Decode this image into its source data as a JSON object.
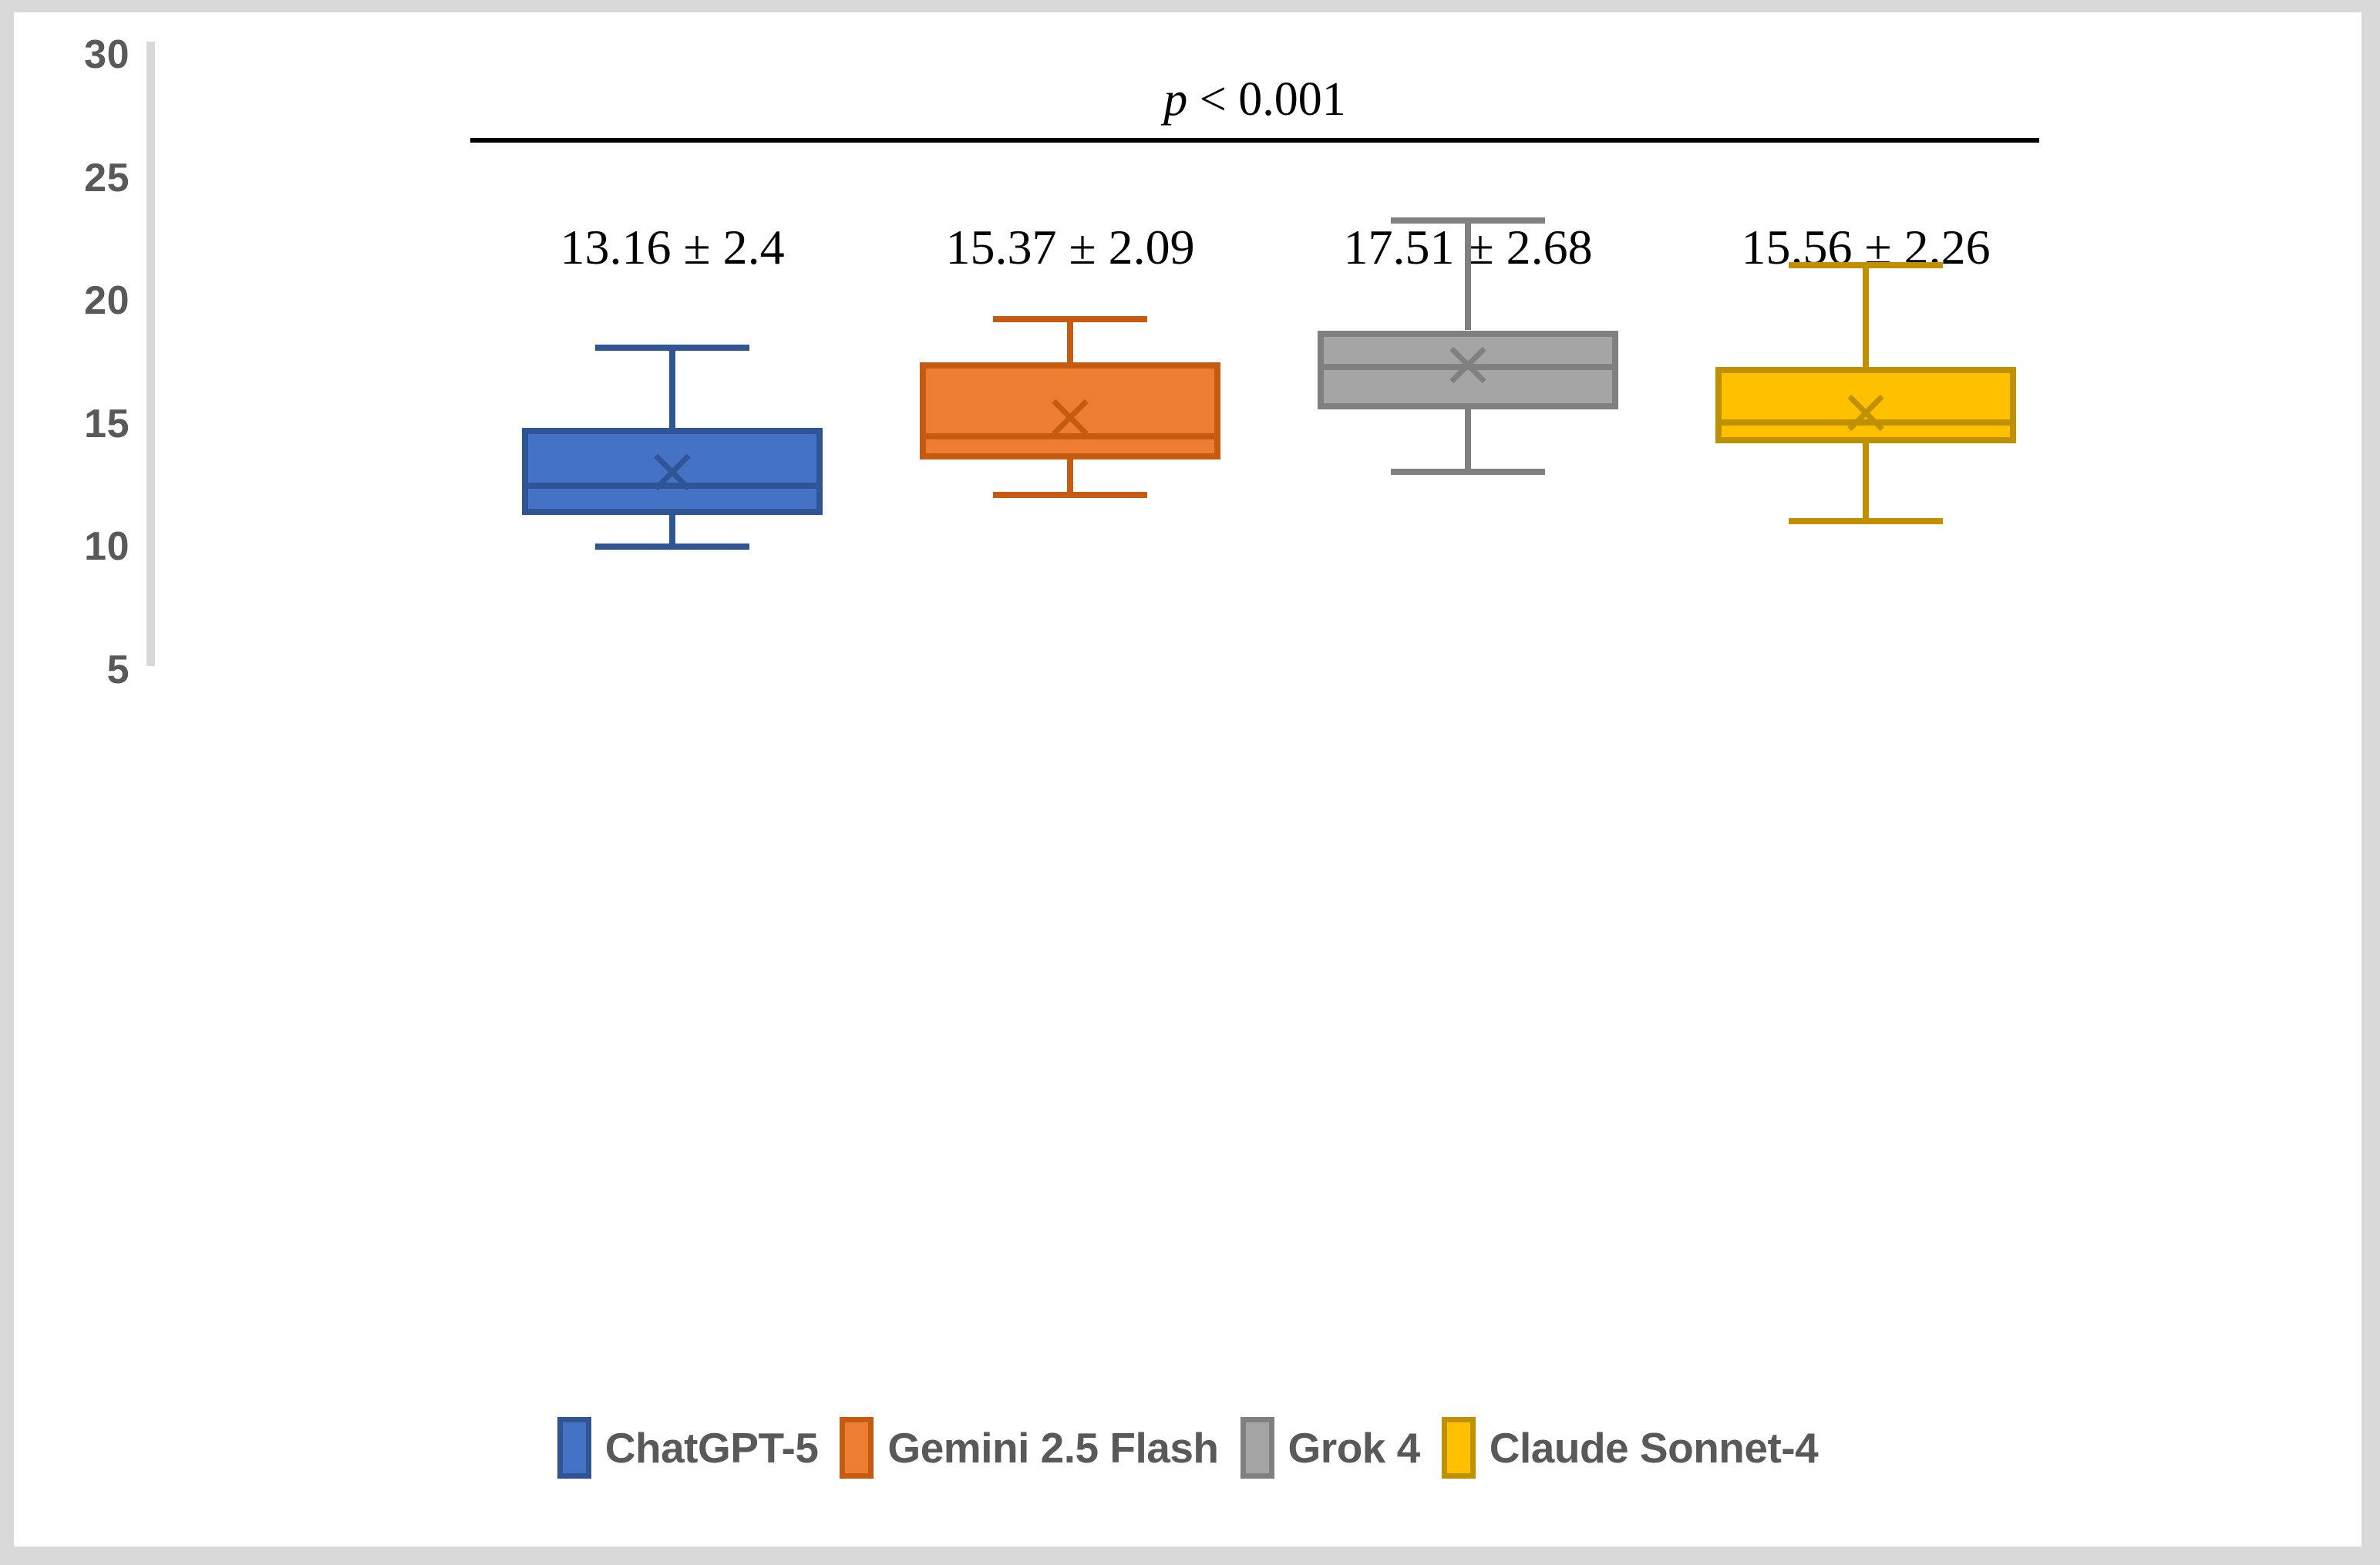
{
  "figure": {
    "background": "#ffffff",
    "page_background": "#d9d9d9"
  },
  "annotation": {
    "p_value_italic": "p",
    "p_value_rest": " < 0.001"
  },
  "axis": {
    "y_ticks": [
      "30",
      "25",
      "20",
      "15",
      "10",
      "5"
    ],
    "y_tick_values": [
      30,
      25,
      20,
      15,
      10,
      5
    ],
    "y_label_color": "#595959",
    "axis_line_color": "#d9d9d9"
  },
  "stats_labels": [
    "13.16 ± 2.4",
    "15.37 ± 2.09",
    "17.51 ± 2.68",
    "15.56 ± 2.26"
  ],
  "legend": {
    "items": [
      {
        "label": "ChatGPT-5",
        "fill": "#4472C4",
        "stroke": "#2F5597"
      },
      {
        "label": "Gemini 2.5 Flash",
        "fill": "#ED7D31",
        "stroke": "#C55A11"
      },
      {
        "label": "Grok 4",
        "fill": "#A5A5A5",
        "stroke": "#808080"
      },
      {
        "label": "Claude Sonnet-4",
        "fill": "#FFC000",
        "stroke": "#BF9000"
      }
    ]
  },
  "chart_data": {
    "type": "box",
    "title": "",
    "xlabel": "",
    "ylabel": "",
    "ylim": [
      5,
      30
    ],
    "yticks": [
      5,
      10,
      15,
      20,
      25,
      30
    ],
    "grid": false,
    "legend_position": "bottom",
    "annotations": [
      {
        "text": "p < 0.001",
        "type": "significance-bracket",
        "spans": [
          "ChatGPT-5",
          "Claude Sonnet-4"
        ]
      },
      {
        "text": "13.16 ± 2.4",
        "type": "mean-sd",
        "series": "ChatGPT-5"
      },
      {
        "text": "15.37 ± 2.09",
        "type": "mean-sd",
        "series": "Gemini 2.5 Flash"
      },
      {
        "text": "17.51 ± 2.68",
        "type": "mean-sd",
        "series": "Grok 4"
      },
      {
        "text": "15.56 ± 2.26",
        "type": "mean-sd",
        "series": "Claude Sonnet-4"
      }
    ],
    "categories": [
      "ChatGPT-5",
      "Gemini 2.5 Flash",
      "Grok 4",
      "Claude Sonnet-4"
    ],
    "boxes": [
      {
        "name": "ChatGPT-5",
        "whisker_low": 10.0,
        "q1": 11.3,
        "median": 12.5,
        "q3": 14.85,
        "whisker_high": 18.1,
        "mean": 13.16,
        "sd": 2.4,
        "fill": "#4472C4",
        "stroke": "#2F5597"
      },
      {
        "name": "Gemini 2.5 Flash",
        "whisker_low": 12.1,
        "q1": 13.55,
        "median": 14.5,
        "q3": 17.5,
        "whisker_high": 19.25,
        "mean": 15.37,
        "sd": 2.09,
        "fill": "#ED7D31",
        "stroke": "#C55A11"
      },
      {
        "name": "Grok 4",
        "whisker_low": 13.05,
        "q1": 15.6,
        "median": 17.3,
        "q3": 18.8,
        "whisker_high": 23.25,
        "mean": 17.51,
        "sd": 2.68,
        "fill": "#A5A5A5",
        "stroke": "#808080"
      },
      {
        "name": "Claude Sonnet-4",
        "whisker_low": 11.05,
        "q1": 14.2,
        "median": 15.05,
        "q3": 17.3,
        "whisker_high": 21.45,
        "mean": 15.56,
        "sd": 2.26,
        "fill": "#FFC000",
        "stroke": "#BF9000"
      }
    ]
  }
}
